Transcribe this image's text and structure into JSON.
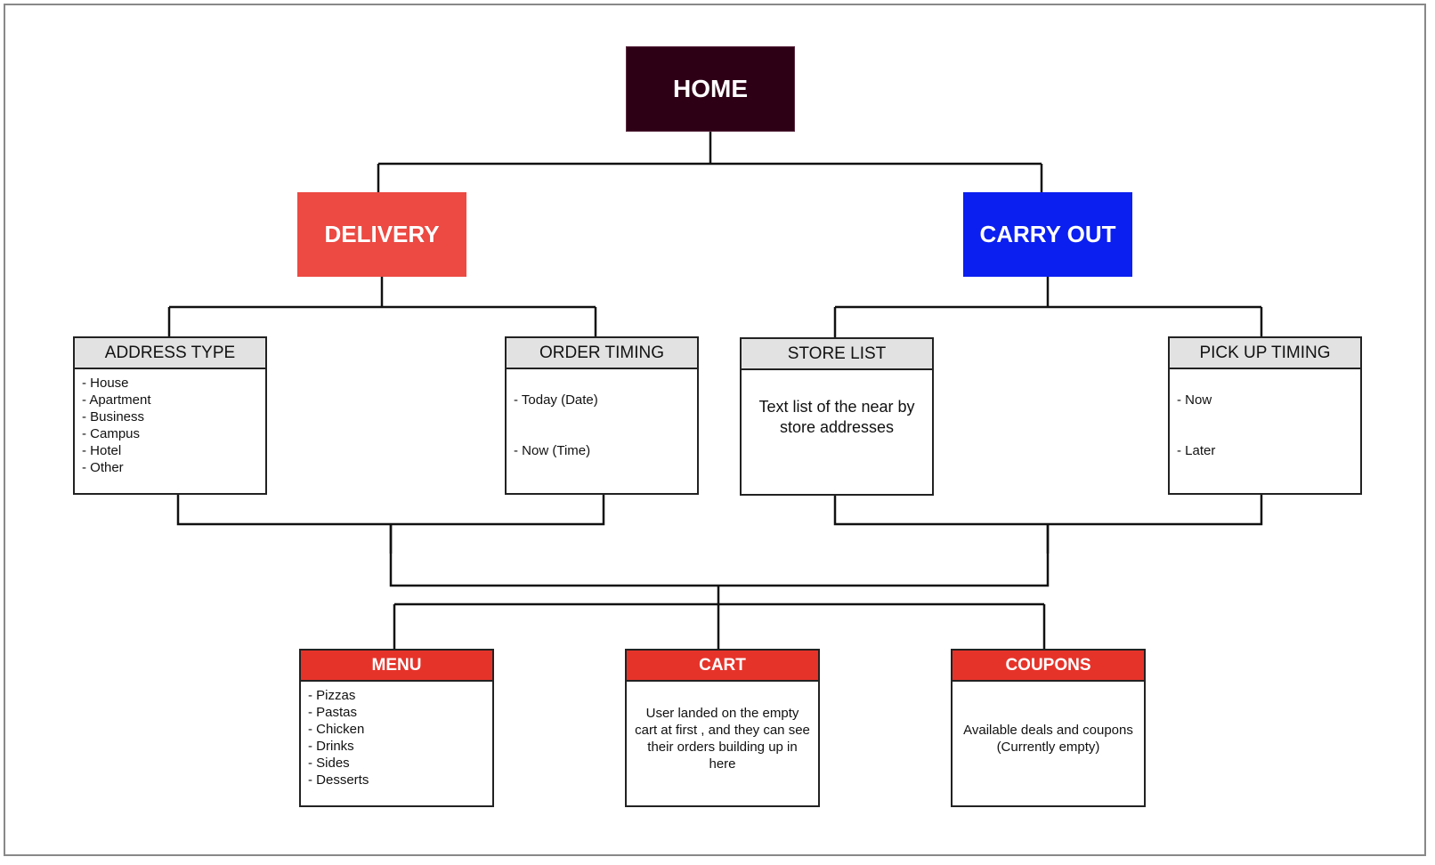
{
  "diagram": {
    "home": {
      "label": "HOME",
      "color": "#2e0016"
    },
    "delivery": {
      "label": "DELIVERY",
      "color": "#ec4a43"
    },
    "carry_out": {
      "label": "CARRY OUT",
      "color": "#0a1ff0"
    },
    "address_type": {
      "title": "ADDRESS TYPE",
      "items": [
        "- House",
        "- Apartment",
        "- Business",
        "- Campus",
        "- Hotel",
        "- Other"
      ]
    },
    "order_timing": {
      "title": "ORDER TIMING",
      "items": [
        "- Today (Date)",
        "-  Now (Time)"
      ]
    },
    "store_list": {
      "title": "STORE LIST",
      "text": "Text list of the near by store addresses"
    },
    "pick_up_timing": {
      "title": "PICK UP TIMING",
      "items": [
        "- Now",
        "- Later"
      ]
    },
    "menu": {
      "title": "MENU",
      "items": [
        "- Pizzas",
        "- Pastas",
        "- Chicken",
        "- Drinks",
        "- Sides",
        "- Desserts"
      ]
    },
    "cart": {
      "title": "CART",
      "text": "User landed on the empty cart at first , and they can see their orders building up in here"
    },
    "coupons": {
      "title": "COUPONS",
      "text": "Available deals and coupons (Currently empty)"
    },
    "colors": {
      "section_header_grey": "#e2e2e2",
      "section_header_red": "#e6332a",
      "connector": "#111111"
    }
  }
}
